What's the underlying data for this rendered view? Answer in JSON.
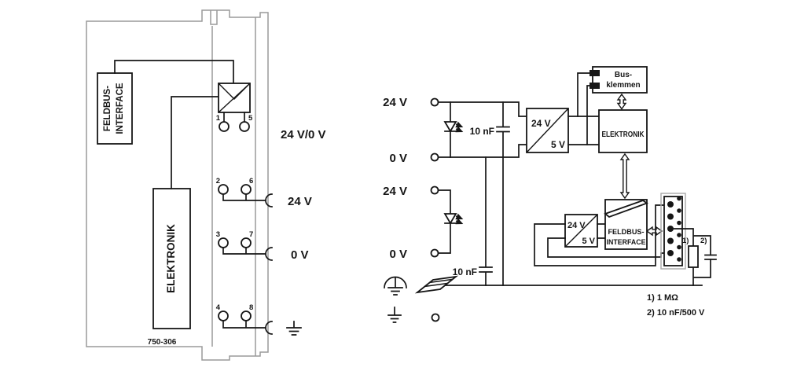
{
  "colors": {
    "line": "#161616",
    "module_outline": "#9a9a9a",
    "connector_outline": "#a9a9a9",
    "background": "#ffffff"
  },
  "module": {
    "interface_line1": "FELDBUS-",
    "interface_line2": "INTERFACE",
    "elektronik": "ELEKTRONIK",
    "part_number": "750-306",
    "terminals": [
      "1",
      "5",
      "2",
      "6",
      "3",
      "7",
      "4",
      "8"
    ],
    "labels": {
      "supply": "24 V/0 V",
      "v24": "24 V",
      "v0": "0 V"
    }
  },
  "schematic": {
    "system_24v": "24 V",
    "system_0v": "0 V",
    "field_24v": "24 V",
    "field_0v": "0 V",
    "cap_system": "10 nF",
    "cap_field": "10 nF",
    "dcdc_system": {
      "input": "24 V",
      "output": "5 V"
    },
    "dcdc_fieldbus": {
      "input": "24 V",
      "output": "5 V"
    },
    "bus_line1": "Bus-",
    "bus_line2": "klemmen",
    "elektronik": "ELEKTRONIK",
    "feldbus_line1": "FELDBUS-",
    "feldbus_line2": "INTERFACE",
    "ref_resistor": "1)",
    "ref_capacitor": "2)",
    "note_resistor": "1) 1 MΩ",
    "note_capacitor": "2) 10 nF/500 V"
  }
}
